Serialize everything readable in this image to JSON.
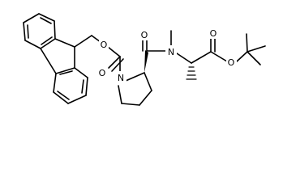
{
  "molecule": {
    "atom_labels": {
      "o_ester_fmoc": "O",
      "o_carbonyl_fmoc": "O",
      "n_proline": "N",
      "o_carbonyl_amide": "O",
      "n_methyl": "N",
      "o_carbonyl_ester": "O",
      "o_ester_tbu": "O"
    }
  }
}
